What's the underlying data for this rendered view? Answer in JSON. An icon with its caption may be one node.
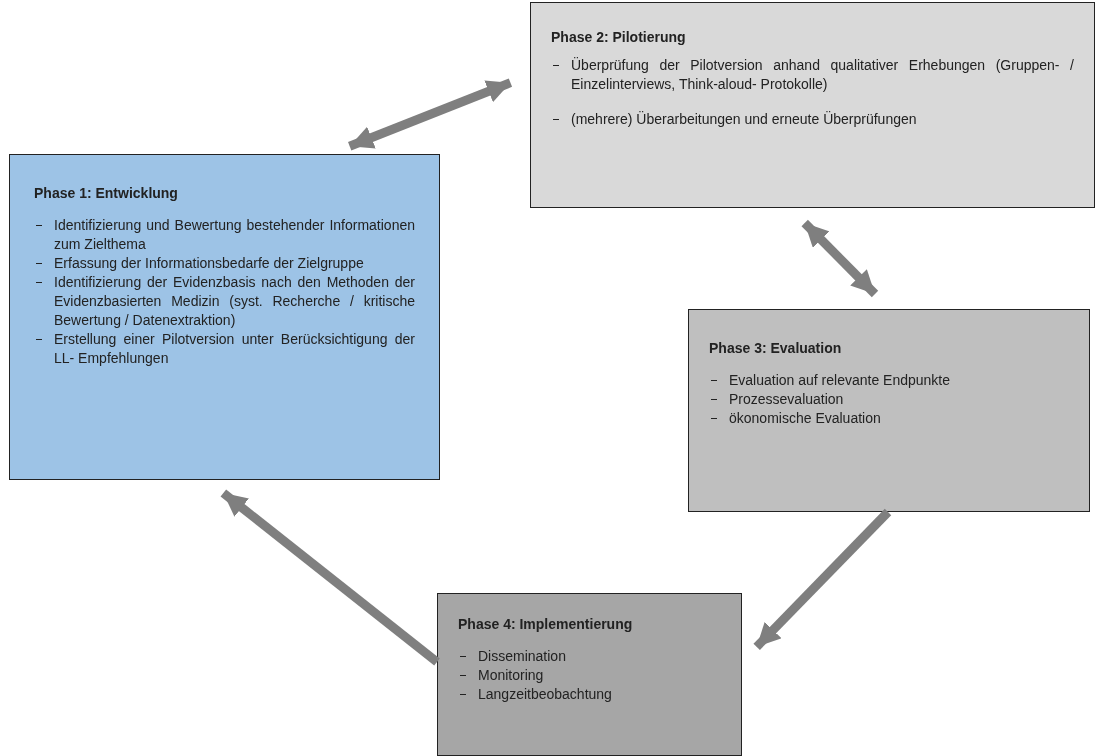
{
  "diagram": {
    "nodes": [
      {
        "text": [
          "Phase 1: Entwicklung",
          "Identifizierung und Bewertung bestehender Informationen zum Zielthema",
          "Erfassung der Informationsbedarfe der Zielgruppe",
          "Identifizierung der Evidenzbasis nach den Methoden der Evidenzbasierten Medizin (syst. Recherche / kritische Bewertung / Datenextraktion)",
          "Erstellung einer Pilotversion unter Berücksichtigung der LL- Empfehlungen"
        ]
      },
      {
        "text": [
          "Phase 2: Pilotierung",
          "Überprüfung der Pilotversion anhand qualitativer Erhebungen (Gruppen- / Einzelinterviews, Think-aloud- Protokolle)",
          "(mehrere) Überarbeitungen und erneute Überprüfungen"
        ]
      },
      {
        "text": [
          "Phase 3: Evaluation",
          "Evaluation auf relevante Endpunkte",
          "Prozessevaluation",
          "ökonomische Evaluation"
        ]
      },
      {
        "text": [
          "Phase 4: Implementierung",
          "Dissemination",
          "Monitoring",
          "Langzeitbeobachtung"
        ]
      }
    ],
    "edges": [
      {
        "from": 0,
        "to": 1,
        "arrow": "both"
      },
      {
        "from": 1,
        "to": 2,
        "arrow": "both"
      },
      {
        "from": 2,
        "to": 3,
        "arrow": "to"
      },
      {
        "from": 3,
        "to": 0,
        "arrow": "to"
      }
    ]
  }
}
